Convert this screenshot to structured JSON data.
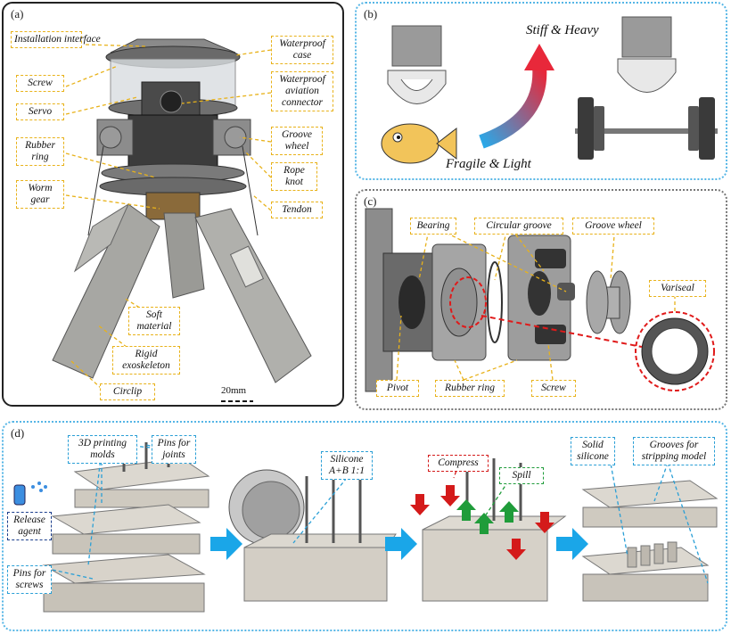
{
  "panels": {
    "a": {
      "label": "(a)"
    },
    "b": {
      "label": "(b)",
      "fragile": "Fragile & Light",
      "stiff": "Stiff & Heavy"
    },
    "c": {
      "label": "(c)"
    },
    "d": {
      "label": "(d)"
    }
  },
  "callouts_a": {
    "installation": "Installation interface",
    "screw": "Screw",
    "servo": "Servo",
    "rubber_ring": "Rubber ring",
    "worm_gear": "Worm gear",
    "waterproof_case": "Waterproof case",
    "aviation": "Waterproof aviation connector",
    "groove_wheel": "Groove wheel",
    "rope_knot": "Rope knot",
    "tendon": "Tendon",
    "soft_material": "Soft material",
    "rigid_exo": "Rigid exoskeleton",
    "circlip": "Circlip",
    "scale": "20mm"
  },
  "callouts_c": {
    "bearing": "Bearing",
    "circular_groove": "Circular groove",
    "groove_wheel": "Groove wheel",
    "variseal": "Variseal",
    "pivot": "Pivot",
    "rubber_ring": "Rubber ring",
    "screw": "Screw"
  },
  "callouts_d": {
    "molds": "3D printing molds",
    "pins_joints": "Pins for joints",
    "release": "Release agent",
    "pins_screws": "Pins for screws",
    "silicone": "Silicone A+B 1:1",
    "compress": "Compress",
    "spill": "Spill",
    "solid": "Solid silicone",
    "grooves": "Grooves for stripping model"
  },
  "colors": {
    "callout_yellow": "#e8b21a",
    "callout_blue": "#2a9fd6",
    "arrow_red": "#d41a1a",
    "arrow_green": "#1f9c3a",
    "flow_arrow": "#1aa6e8"
  }
}
